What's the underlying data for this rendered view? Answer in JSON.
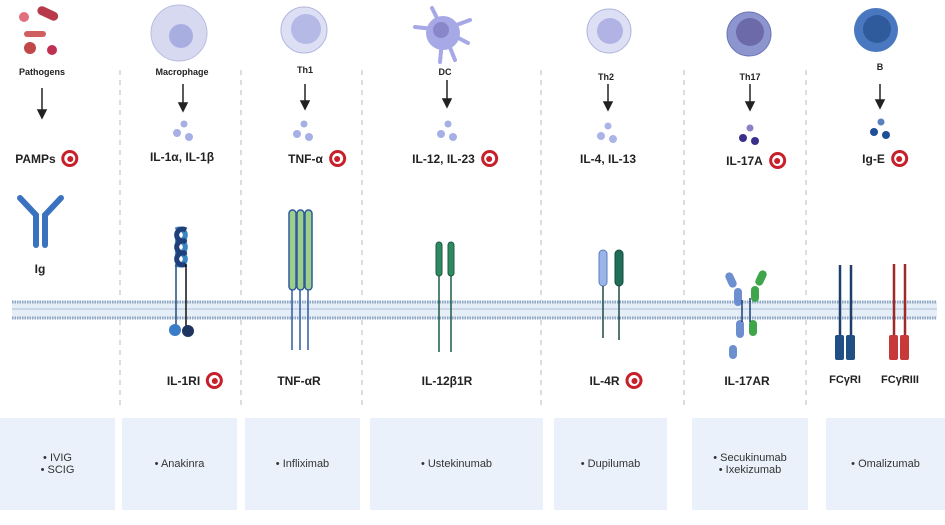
{
  "columns": [
    {
      "cell": "Pathogens",
      "cytokine": "PAMPs",
      "targeted": true,
      "receptors": [
        "Ig"
      ],
      "receptor_targeted": false,
      "drugs": [
        "IVIG",
        "SCIG"
      ]
    },
    {
      "cell": "Macrophage",
      "cytokine": "IL-1α, IL-1β",
      "targeted": false,
      "receptors": [
        "IL-1RI"
      ],
      "receptor_targeted": true,
      "drugs": [
        "Anakinra"
      ]
    },
    {
      "cell": "Th1",
      "cytokine": "TNF-α",
      "targeted": true,
      "receptors": [
        "TNF-αR"
      ],
      "receptor_targeted": false,
      "drugs": [
        "Infliximab"
      ]
    },
    {
      "cell": "DC",
      "cytokine": "IL-12, IL-23",
      "targeted": true,
      "receptors": [
        "IL-12β1R"
      ],
      "receptor_targeted": false,
      "drugs": [
        "Ustekinumab"
      ]
    },
    {
      "cell": "Th2",
      "cytokine": "IL-4, IL-13",
      "targeted": false,
      "receptors": [
        "IL-4R"
      ],
      "receptor_targeted": true,
      "drugs": [
        "Dupilumab"
      ]
    },
    {
      "cell": "Th17",
      "cytokine": "IL-17A",
      "targeted": true,
      "receptors": [
        "IL-17AR"
      ],
      "receptor_targeted": false,
      "drugs": [
        "Secukinumab",
        "Ixekizumab"
      ]
    },
    {
      "cell": "B",
      "cytokine": "Ig-E",
      "targeted": true,
      "receptors": [
        "FCγRI",
        "FCγRIII"
      ],
      "receptor_targeted": false,
      "drugs": [
        "Omalizumab"
      ]
    }
  ],
  "colors": {
    "target": "#c8202a",
    "box": "#eaf1fb",
    "membrane": "#8ea6c2"
  }
}
